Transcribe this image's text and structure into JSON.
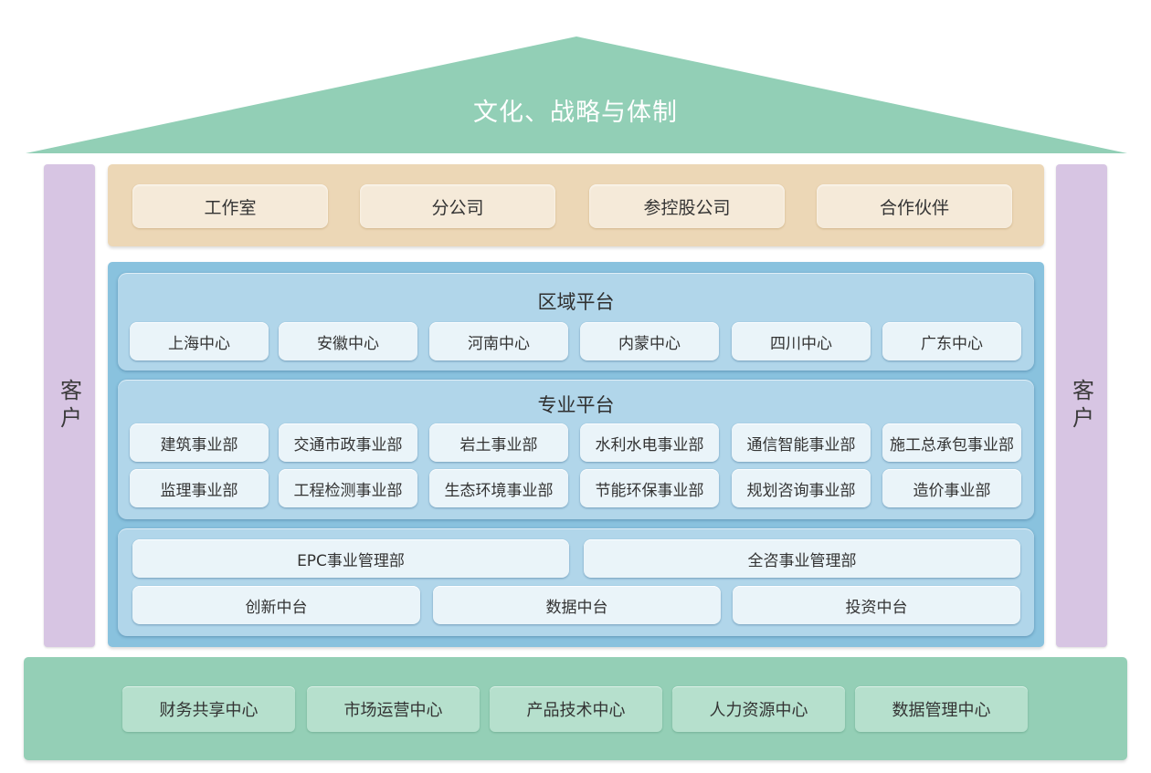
{
  "roof": {
    "title": "文化、战略与体制",
    "color": "#92cfb6"
  },
  "pillars": {
    "left": "客户",
    "right": "客户"
  },
  "subsidiaries": [
    "工作室",
    "分公司",
    "参控股公司",
    "合作伙伴"
  ],
  "regional_platform": {
    "title": "区域平台",
    "items": [
      "上海中心",
      "安徽中心",
      "河南中心",
      "内蒙中心",
      "四川中心",
      "广东中心"
    ]
  },
  "professional_platform": {
    "title": "专业平台",
    "rows": [
      [
        "建筑事业部",
        "交通市政事业部",
        "岩土事业部",
        "水利水电事业部",
        "通信智能事业部",
        "施工总承包事业部"
      ],
      [
        "监理事业部",
        "工程检测事业部",
        "生态环境事业部",
        "节能环保事业部",
        "规划咨询事业部",
        "造价事业部"
      ]
    ]
  },
  "management": {
    "row1": [
      "EPC事业管理部",
      "全咨事业管理部"
    ],
    "row2": [
      "创新中台",
      "数据中台",
      "投资中台"
    ]
  },
  "foundation": [
    "财务共享中心",
    "市场运营中心",
    "产品技术中心",
    "人力资源中心",
    "数据管理中心"
  ]
}
